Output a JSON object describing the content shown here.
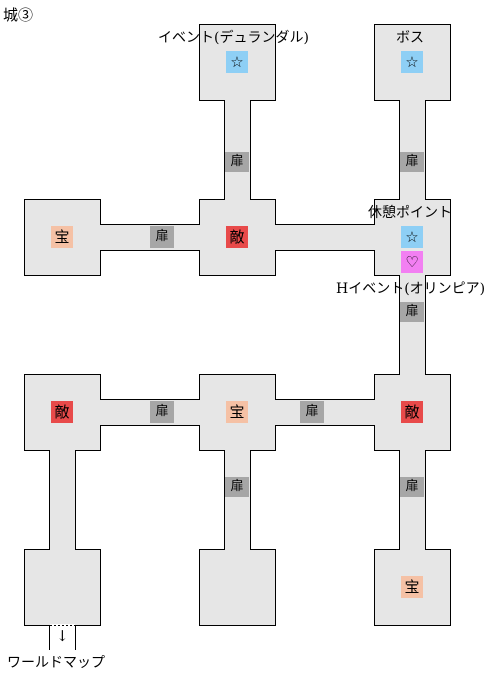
{
  "title": "城③",
  "labels": {
    "event_durandal": "イベント(デュランダル)",
    "boss": "ボス",
    "rest_point": "休憩ポイント",
    "h_event_olympia": "Hイベント(オリンピア)",
    "world_map": "ワールドマップ",
    "exit_arrow": "↓"
  },
  "marks": {
    "treasure": "宝",
    "enemy": "敵",
    "door": "扉",
    "star": "☆",
    "heart": "♡"
  },
  "colors": {
    "room_fill": "#e6e6e6",
    "room_border": "#000000",
    "door": "#a6a6a6",
    "enemy": "#e84a4a",
    "treasure": "#f5c1a5",
    "star": "#8ecff5",
    "heart": "#f27ff2"
  }
}
